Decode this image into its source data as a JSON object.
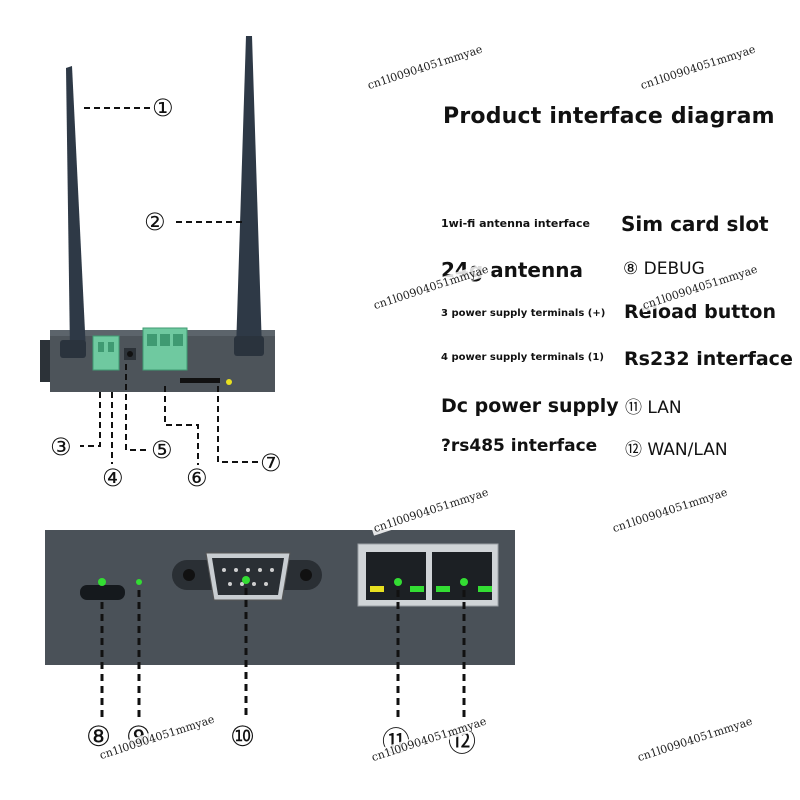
{
  "title": "Product interface diagram",
  "legend": {
    "left": [
      "1wi-fi antenna interface",
      "24g antenna",
      "3 power supply terminals (+)",
      "4 power supply terminals (1)",
      "Dc power supply",
      "?rs485 interface"
    ],
    "right": [
      "Sim card slot",
      "⑧ DEBUG",
      "Reload button",
      "Rs232 interface",
      "⑪ LAN",
      "⑫ WAN/LAN"
    ]
  },
  "callouts": [
    "①",
    "②",
    "③",
    "④",
    "⑤",
    "⑥",
    "⑦",
    "⑧",
    "⑨",
    "⑩",
    "⑪",
    "⑫"
  ],
  "watermark": "cn1l00904051mmyae",
  "colors": {
    "device_body": "#4a5158",
    "antenna": "#2e3946",
    "terminal_green": "#6fc9a0",
    "led_green": "#33dd33",
    "led_yellow": "#e8e020"
  }
}
